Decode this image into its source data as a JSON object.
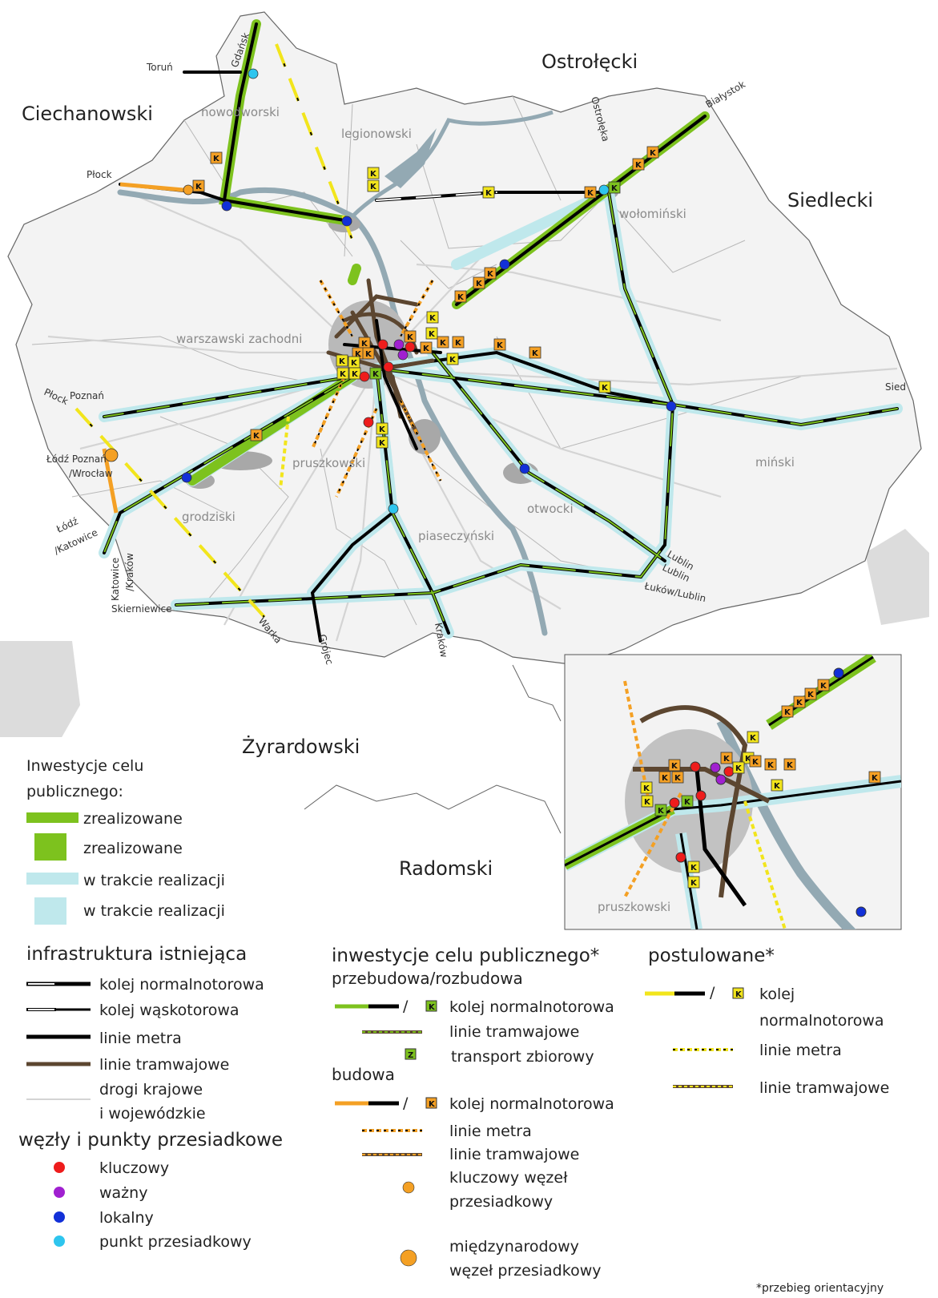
{
  "regions": [
    "Ciechanowski",
    "Ostrołęcki",
    "Siedlecki",
    "Żyrardowski",
    "Radomski"
  ],
  "districts": [
    "nowodworski",
    "legionowski",
    "wołomiński",
    "warszawski zachodni",
    "pruszkowski",
    "grodziski",
    "piaseczyński",
    "otwocki",
    "miński"
  ],
  "directions": [
    "Toruń",
    "Gdańsk",
    "Ostrołęka",
    "Białystok",
    "Płock",
    "Płock",
    "Poznań",
    "Łódź Poznań",
    "/Wrocław",
    "Łódź",
    "/Katowice",
    "Katowice",
    "/Kraków",
    "Skierniewice",
    "Warka",
    "Grójec",
    "Kraków",
    "Lublin",
    "Lublin",
    "Łuków/Lublin",
    "Sied"
  ],
  "inset": {
    "district": "pruszkowski"
  },
  "legend": {
    "invest_title_1": "Inwestycje celu",
    "invest_title_2": "publicznego:",
    "items": [
      "zrealizowane",
      "zrealizowane",
      "w trakcie realizacji",
      "w trakcie realizacji"
    ],
    "existing_title": "infrastruktura istniejąca",
    "existing": [
      "kolej normalnotorowa",
      "kolej wąskotorowa",
      "linie metra",
      "linie tramwajowe",
      "drogi krajowe",
      "i wojewódzkie"
    ],
    "nodes_title": "węzły i punkty przesiadkowe",
    "nodes": [
      "kluczowy",
      "ważny",
      "lokalny",
      "punkt przesiadkowy"
    ],
    "public_title": "inwestycje celu publicznego*",
    "rebuild_title": "przebudowa/rozbudowa",
    "rebuild": [
      "kolej normalnotorowa",
      "linie tramwajowe",
      "transport zbiorowy"
    ],
    "build_title": "budowa",
    "build": [
      "kolej normalnotorowa",
      "linie metra",
      "linie tramwajowe",
      "kluczowy węzeł",
      "przesiadkowy",
      "międzynarodowy",
      "węzeł przesiadkowy"
    ],
    "postulated_title": "postulowane*",
    "postulated": [
      "kolej",
      "normalnotorowa",
      "linie metra",
      "linie tramwajowe"
    ],
    "slash": "/",
    "k": "K",
    "z": "Z",
    "note": "*przebieg orientacyjny"
  },
  "colors": {
    "rail": "#000000",
    "tram": "#5c4630",
    "green": "#7dc21e",
    "lightblue": "#bfe8ec",
    "orange": "#f4a024",
    "yellow": "#f2e51c",
    "key": "#ee1c1c",
    "important": "#a020d0",
    "local": "#1230d8",
    "transfer": "#2ec5ee",
    "river": "#93a9b3",
    "urban": "#a8a8a8"
  }
}
